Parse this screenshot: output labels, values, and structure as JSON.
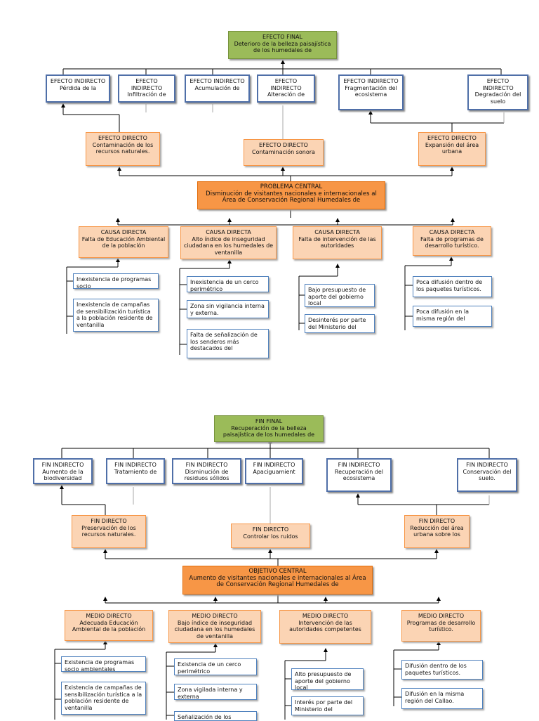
{
  "tree1": {
    "root": {
      "title": "EFECTO FINAL",
      "text": "Deterioro de la belleza paisajística de los humedales de"
    },
    "indirect": [
      {
        "title": "EFECTO INDIRECTO",
        "text": "Pérdida de la"
      },
      {
        "title": "EFECTO INDIRECTO",
        "text": "Infiltración de"
      },
      {
        "title": "EFECTO INDIRECTO",
        "text": "Acumulación de"
      },
      {
        "title": "EFECTO INDIRECTO",
        "text": "Alteración de"
      },
      {
        "title": "EFECTO INDIRECTO",
        "text": "Fragmentación del ecosistema"
      },
      {
        "title": "EFECTO INDIRECTO",
        "text": "Degradación del suelo"
      }
    ],
    "direct": [
      {
        "title": "EFECTO DIRECTO",
        "text": "Contaminación de los recursos naturales."
      },
      {
        "title": "EFECTO DIRECTO",
        "text": "Contaminación sonora"
      },
      {
        "title": "EFECTO DIRECTO",
        "text": "Expansión del área urbana"
      }
    ],
    "central": {
      "title": "PROBLEMA CENTRAL",
      "text": "Disminución de visitantes nacionales e internacionales al Área de Conservación Regional Humedales de"
    },
    "causes": [
      {
        "title": "CAUSA DIRECTA",
        "text": "Falta de Educación Ambiental de la población"
      },
      {
        "title": "CAUSA DIRECTA",
        "text": "Alto índice de inseguridad ciudadana en los humedales de ventanilla"
      },
      {
        "title": "CAUSA DIRECTA",
        "text": "Falta de intervención de las autoridades"
      },
      {
        "title": "CAUSA DIRECTA",
        "text": "Falta de programas de desarrollo turístico."
      }
    ],
    "subcauses": [
      [
        "Inexistencia de programas socio",
        "Inexistencia de campañas de sensibilización turística a la población residente de ventanilla"
      ],
      [
        "Inexistencia de un cerco perimétrico",
        "Zona sin vigilancia interna y externa.",
        "Falta de señalización de los senderos más destacados del"
      ],
      [
        "Bajo presupuesto de aporte del gobierno local",
        "Desinterés por parte del Ministerio del"
      ],
      [
        "Poca difusión dentro de los paquetes turísticos.",
        "Poca difusión en la misma región del"
      ]
    ]
  },
  "tree2": {
    "root": {
      "title": "FIN FINAL",
      "text": "Recuperación de la belleza paisajística de los humedales de"
    },
    "indirect": [
      {
        "title": "FIN INDIRECTO",
        "text": "Aumento de la biodiversidad"
      },
      {
        "title": "FIN INDIRECTO",
        "text": "Tratamiento de"
      },
      {
        "title": "FIN INDIRECTO",
        "text": "Disminución de residuos sólidos"
      },
      {
        "title": "FIN INDIRECTO",
        "text": "Apaciguamient"
      },
      {
        "title": "FIN INDIRECTO",
        "text": "Recuperación del ecosistema"
      },
      {
        "title": "FIN INDIRECTO",
        "text": "Conservación del suelo."
      }
    ],
    "direct": [
      {
        "title": "FIN DIRECTO",
        "text": "Preservación de los recursos naturales."
      },
      {
        "title": "FIN DIRECTO",
        "text": "Controlar los ruidos"
      },
      {
        "title": "FIN DIRECTO",
        "text": "Reducción del área urbana sobre los"
      }
    ],
    "central": {
      "title": "OBJETIVO CENTRAL",
      "text": "Aumento de visitantes nacionales e internacionales al Área de Conservación Regional Humedales de"
    },
    "means": [
      {
        "title": "MEDIO DIRECTO",
        "text": "Adecuada Educación Ambiental de la población"
      },
      {
        "title": "MEDIO DIRECTO",
        "text": "Bajo índice de inseguridad ciudadana en los humedales de ventanilla"
      },
      {
        "title": "MEDIO DIRECTO",
        "text": "Intervención de las autoridades competentes"
      },
      {
        "title": "MEDIO DIRECTO",
        "text": "Programas de desarrollo turístico."
      }
    ],
    "submeans": [
      [
        "Existencia de programas socio ambientales",
        "Existencia de campañas de sensibilización turística a la población residente de ventanilla"
      ],
      [
        "Existencia de un cerco perimétrico",
        "Zona vigilada interna y externa",
        "Señalización de los"
      ],
      [
        "Alto presupuesto de aporte del gobierno local",
        "Interés por parte del Ministerio del"
      ],
      [
        "Difusión dentro de los paquetes turísticos.",
        "Difusión en la misma región del Callao."
      ]
    ]
  }
}
